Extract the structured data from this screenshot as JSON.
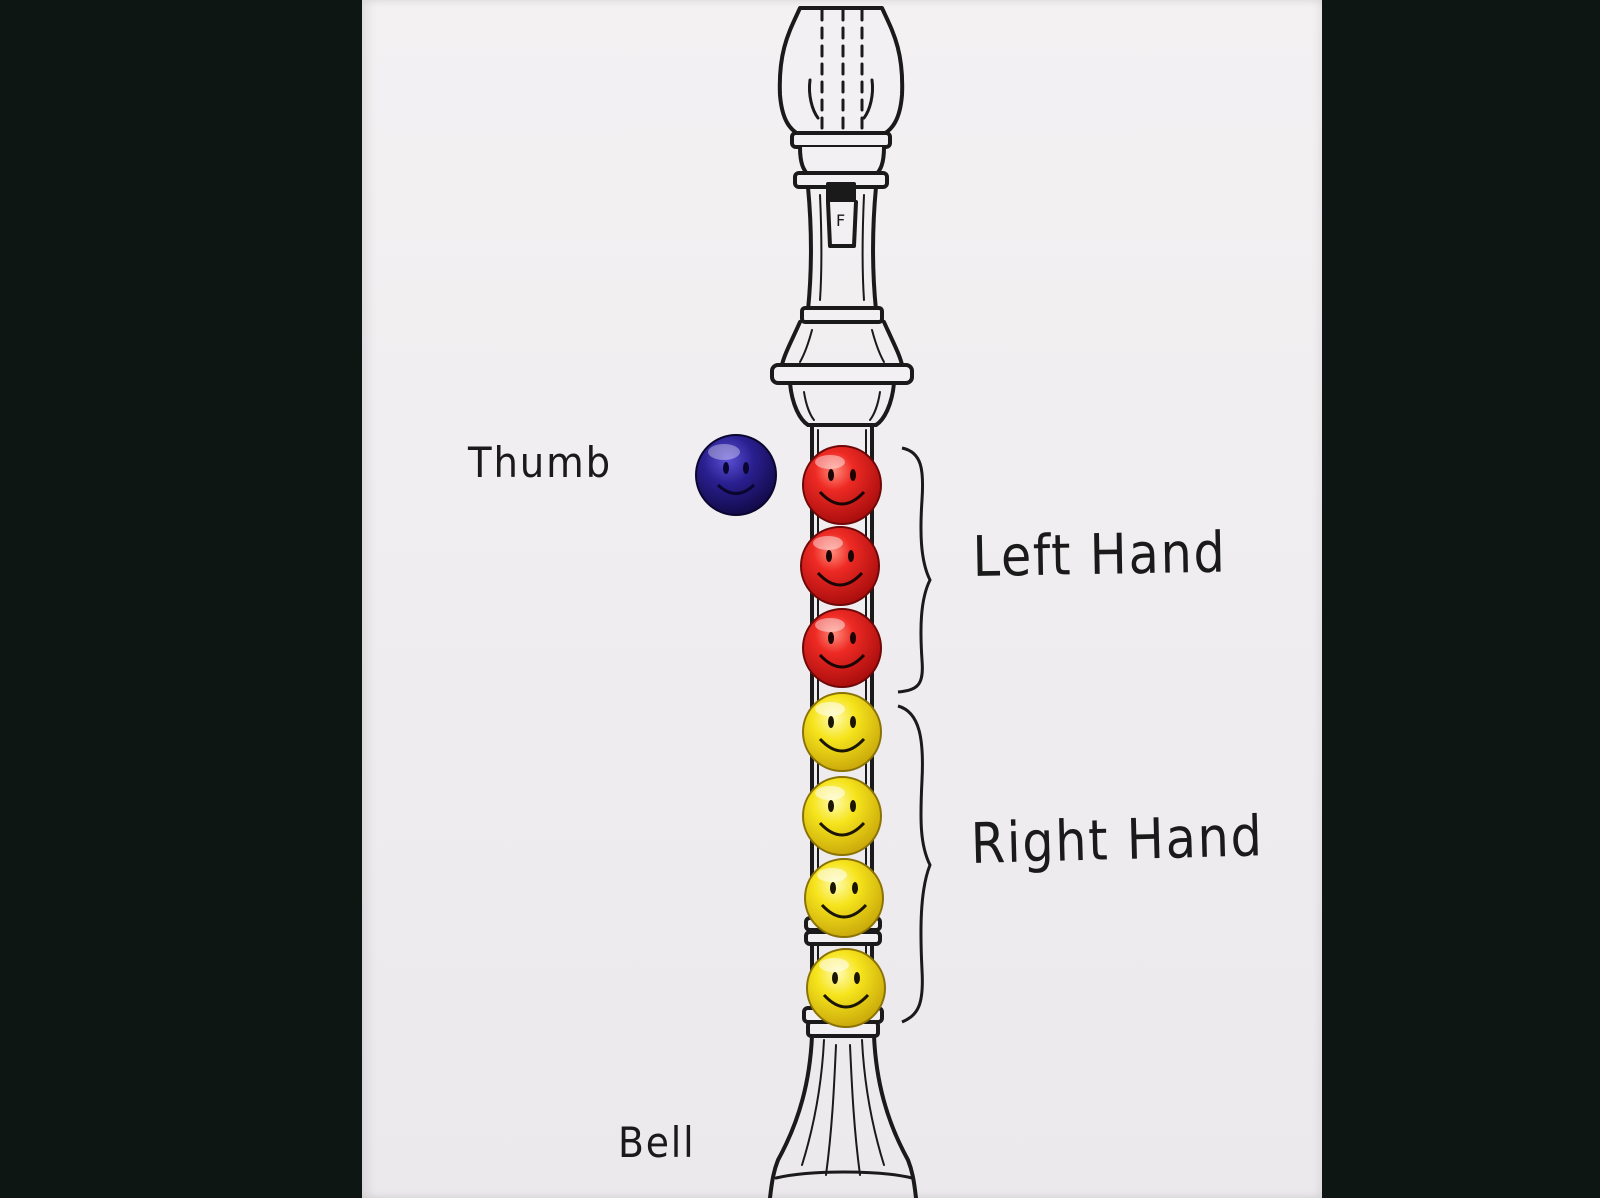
{
  "labels": {
    "thumb": "Thumb",
    "left_hand": "Left Hand",
    "right_hand": "Right Hand",
    "bell": "Bell"
  },
  "colors": {
    "background": "#0e1614",
    "poster": "#f0eef0",
    "thumb_button": "#2a1f8f",
    "left_hand_buttons": "#e61e1e",
    "right_hand_buttons": "#f2e21a",
    "ink": "#1a1a1a"
  },
  "buttons": {
    "thumb": {
      "count": 1,
      "color": "blue",
      "face": "smiley"
    },
    "left_hand": {
      "count": 3,
      "color": "red",
      "face": "smiley"
    },
    "right_hand": {
      "count": 4,
      "color": "yellow",
      "face": "smiley"
    }
  }
}
